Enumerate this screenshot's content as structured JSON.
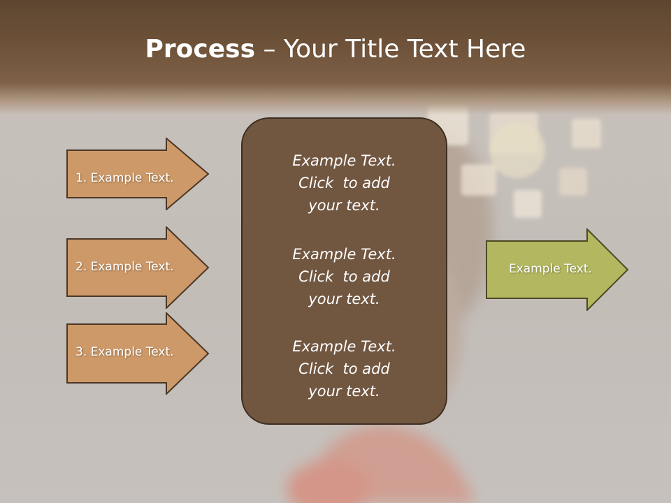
{
  "slide": {
    "title_bold": "Process",
    "title_rest": " – Your Title Text Here"
  },
  "left_arrows": [
    {
      "label": "1. Example Text."
    },
    {
      "label": "2. Example Text."
    },
    {
      "label": "3. Example Text."
    }
  ],
  "center_box": {
    "blocks": [
      {
        "line1": "Example Text.",
        "line2": "Click  to add",
        "line3": "your text."
      },
      {
        "line1": "Example Text.",
        "line2": "Click  to add",
        "line3": "your text."
      },
      {
        "line1": "Example Text.",
        "line2": "Click  to add",
        "line3": "your text."
      }
    ]
  },
  "right_arrow": {
    "label": "Example Text."
  },
  "colors": {
    "title_band": "#6e5239",
    "left_arrow_fill": "#cd9968",
    "center_box_fill": "#715640",
    "right_arrow_fill": "#b3b75f"
  }
}
